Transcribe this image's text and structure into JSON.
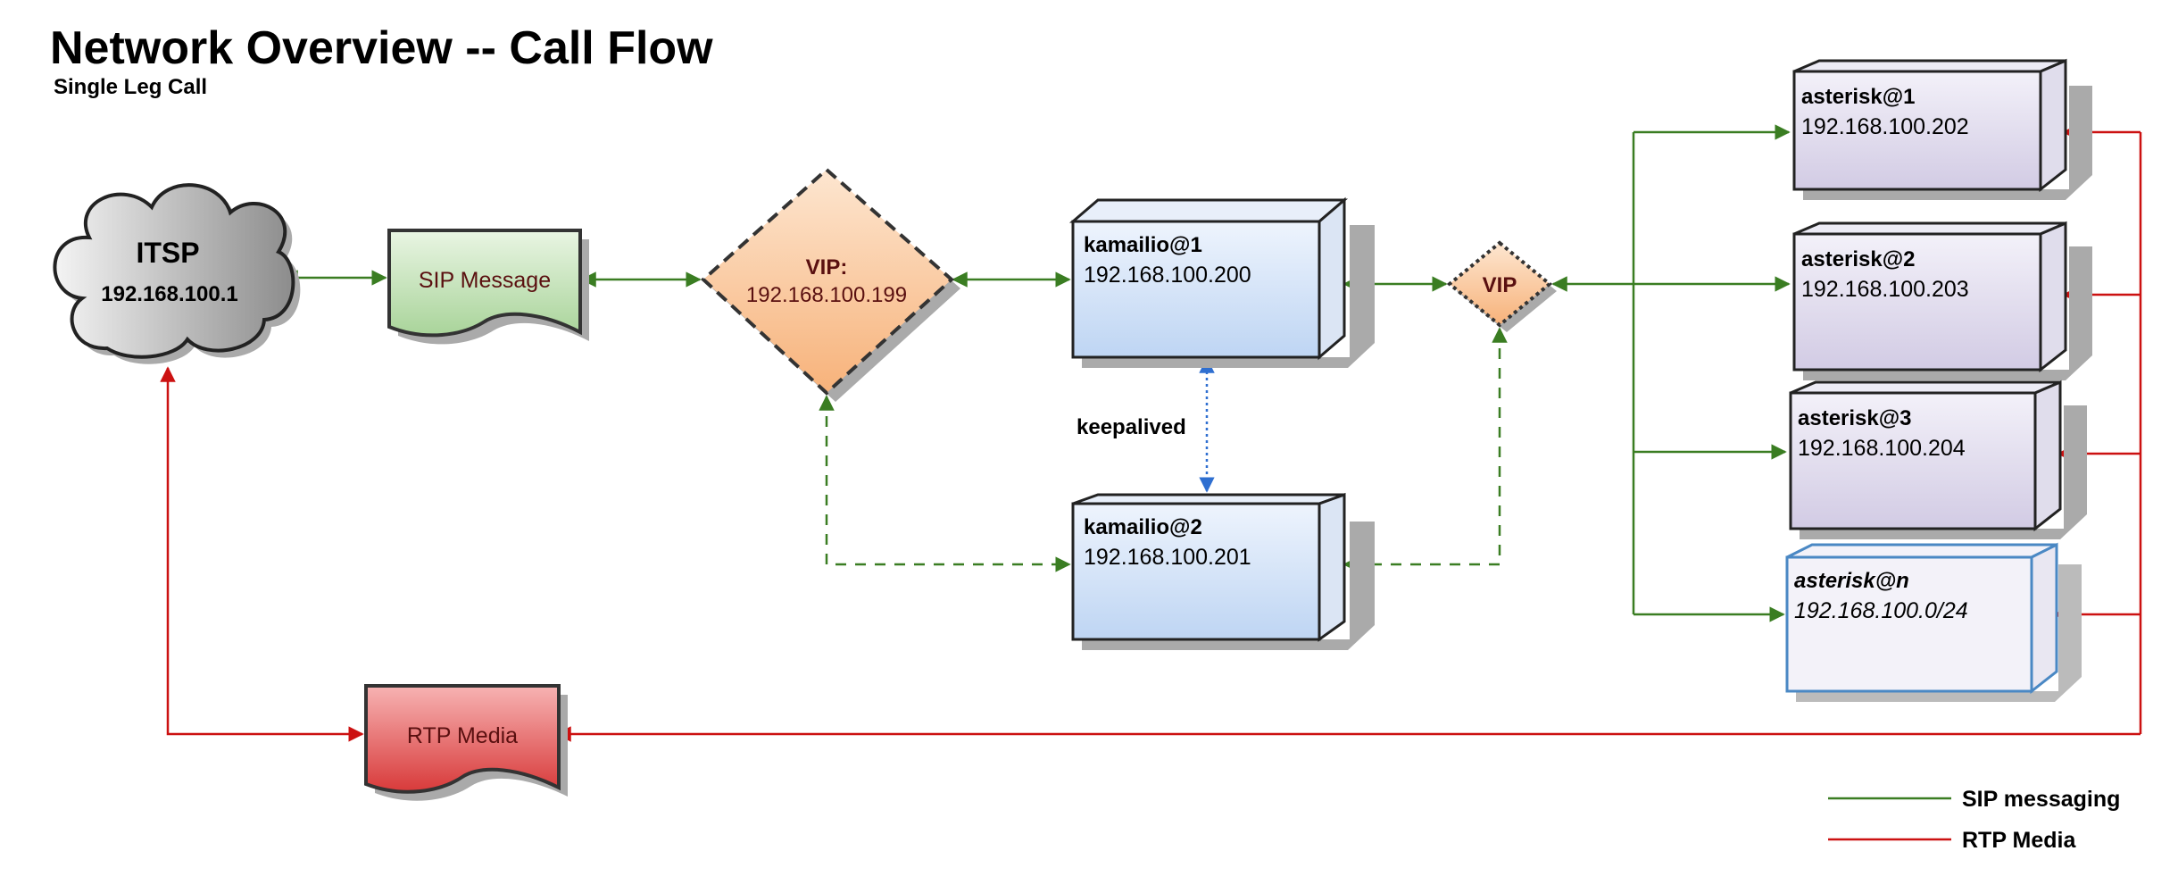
{
  "title": "Network Overview -- Call Flow",
  "subtitle": "Single Leg Call",
  "colors": {
    "sip": "#3a7d22",
    "rtp": "#cc1111",
    "keepalive": "#2f6fd0"
  },
  "nodes": {
    "itsp": {
      "name": "ITSP",
      "ip": "192.168.100.1"
    },
    "sip_message": {
      "label": "SIP Message"
    },
    "rtp_media": {
      "label": "RTP Media"
    },
    "vip_main": {
      "name": "VIP:",
      "ip": "192.168.100.199"
    },
    "kamailio1": {
      "name": "kamailio@1",
      "ip": "192.168.100.200"
    },
    "kamailio2": {
      "name": "kamailio@2",
      "ip": "192.168.100.201"
    },
    "keepalive": {
      "label": "keepalived"
    },
    "vip_small": {
      "label": "VIP"
    },
    "asterisk1": {
      "name": "asterisk@1",
      "ip": "192.168.100.202"
    },
    "asterisk2": {
      "name": "asterisk@2",
      "ip": "192.168.100.203"
    },
    "asterisk3": {
      "name": "asterisk@3",
      "ip": "192.168.100.204"
    },
    "asteriskn": {
      "name": "asterisk@n",
      "ip": "192.168.100.0/24"
    }
  },
  "legend": {
    "sip": "SIP messaging",
    "rtp": "RTP Media"
  }
}
